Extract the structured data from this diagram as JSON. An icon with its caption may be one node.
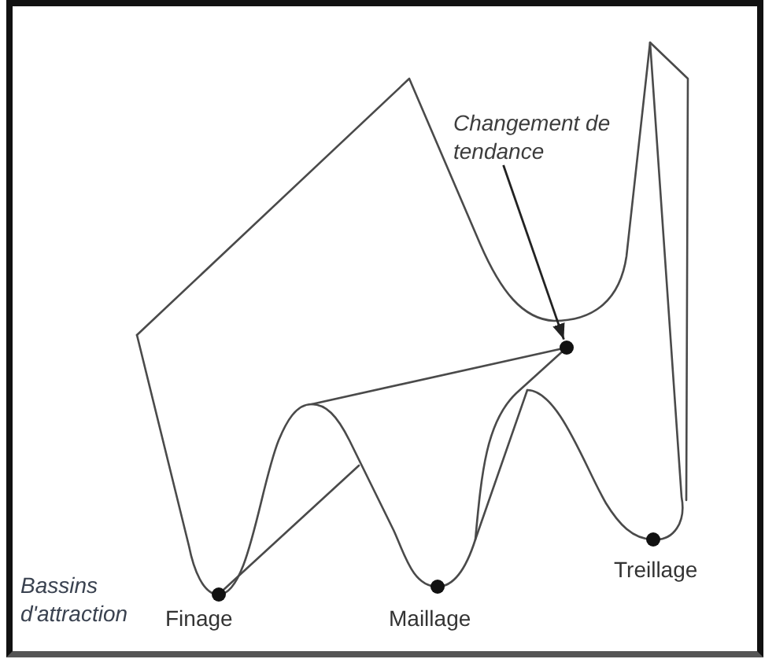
{
  "diagram": {
    "nodes": [
      {
        "text": [
          "Changement de tendance"
        ]
      },
      {
        "text": [],
        "shape": "circle"
      }
    ],
    "edges": [
      {
        "from": 0,
        "to": 1,
        "arrow": "to"
      }
    ],
    "labels": [
      "Bassins d'attraction",
      "Finage",
      "Maillage",
      "Treillage"
    ]
  }
}
